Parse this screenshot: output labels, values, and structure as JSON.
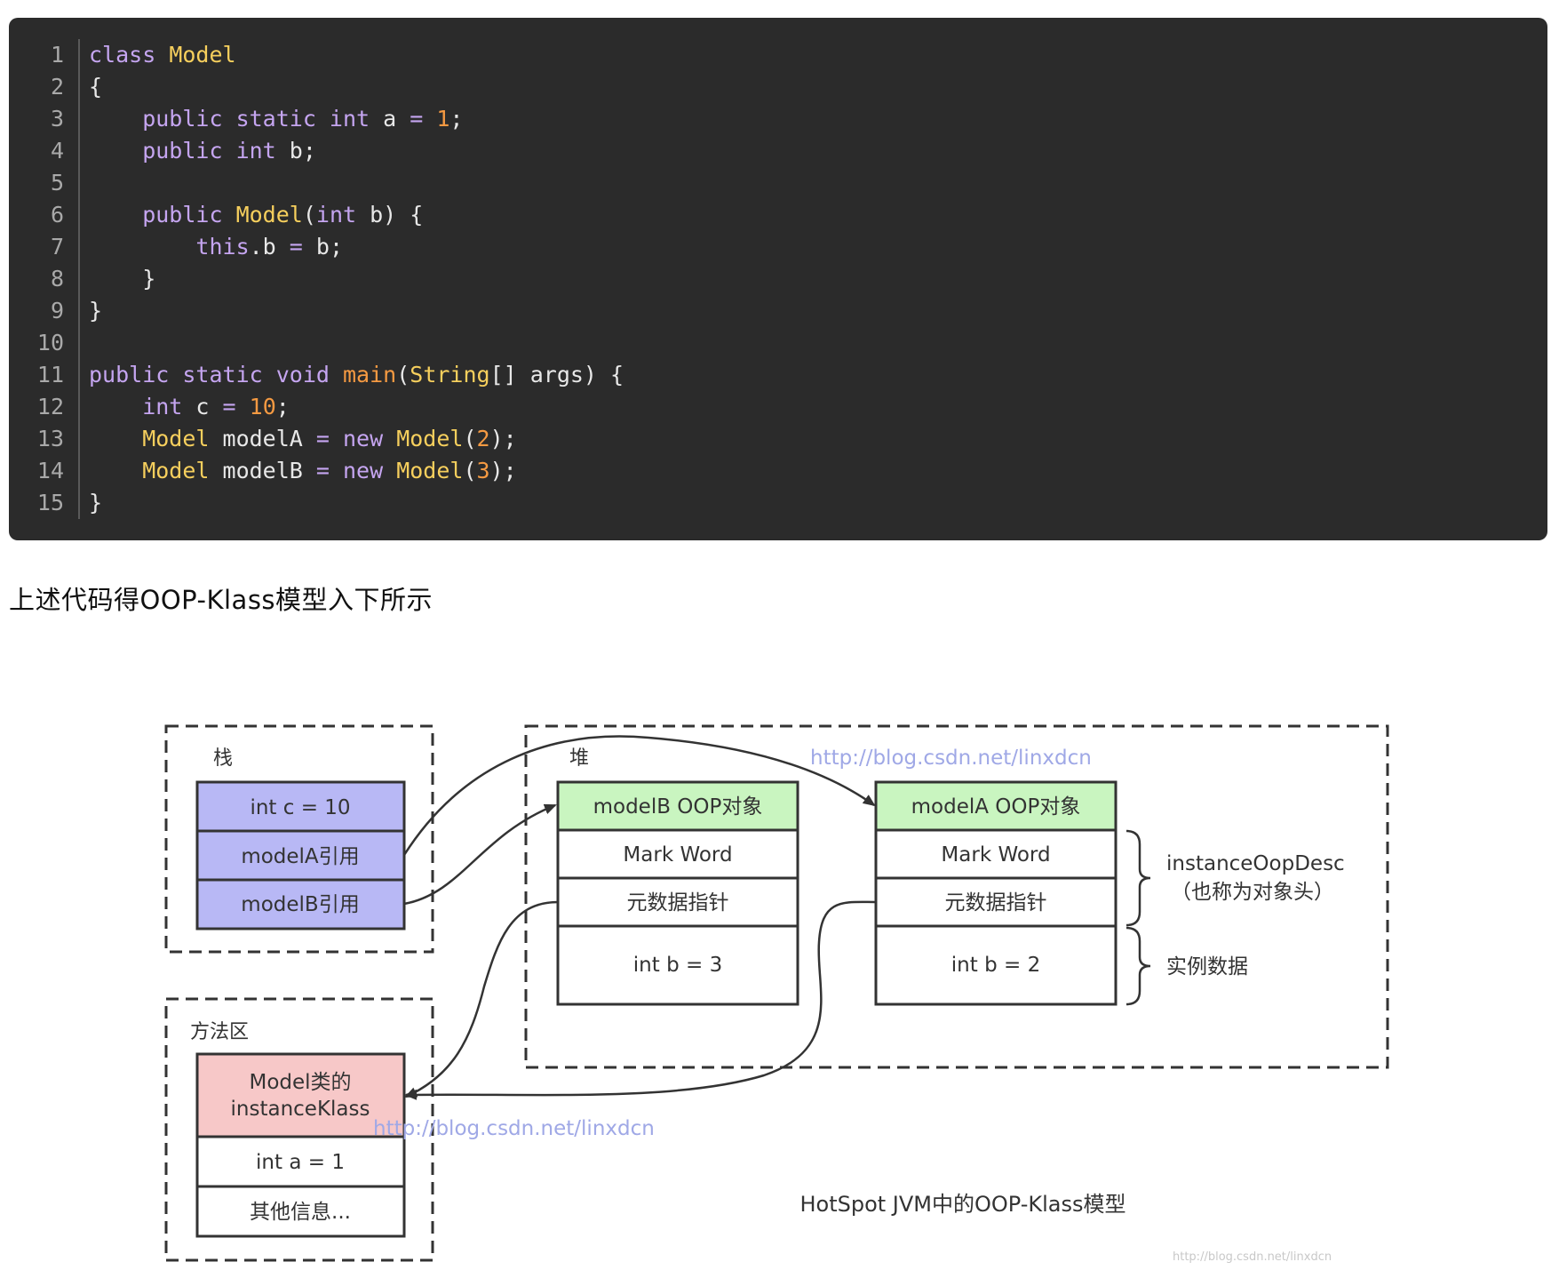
{
  "code": {
    "lines": [
      {
        "n": "1",
        "tokens": [
          {
            "t": "class ",
            "c": "kw"
          },
          {
            "t": "Model",
            "c": "typ"
          }
        ]
      },
      {
        "n": "2",
        "tokens": [
          {
            "t": "{",
            "c": "plain"
          }
        ]
      },
      {
        "n": "3",
        "tokens": [
          {
            "t": "    public static int ",
            "c": "kw"
          },
          {
            "t": "a ",
            "c": "plain"
          },
          {
            "t": "= ",
            "c": "op"
          },
          {
            "t": "1",
            "c": "num"
          },
          {
            "t": ";",
            "c": "plain"
          }
        ]
      },
      {
        "n": "4",
        "tokens": [
          {
            "t": "    public int ",
            "c": "kw"
          },
          {
            "t": "b;",
            "c": "plain"
          }
        ]
      },
      {
        "n": "5",
        "tokens": []
      },
      {
        "n": "6",
        "tokens": [
          {
            "t": "    public ",
            "c": "kw"
          },
          {
            "t": "Model",
            "c": "typ"
          },
          {
            "t": "(",
            "c": "plain"
          },
          {
            "t": "int ",
            "c": "kw"
          },
          {
            "t": "b) {",
            "c": "plain"
          }
        ]
      },
      {
        "n": "7",
        "tokens": [
          {
            "t": "        this",
            "c": "kw"
          },
          {
            "t": ".b ",
            "c": "plain"
          },
          {
            "t": "= ",
            "c": "op"
          },
          {
            "t": "b;",
            "c": "plain"
          }
        ]
      },
      {
        "n": "8",
        "tokens": [
          {
            "t": "    }",
            "c": "plain"
          }
        ]
      },
      {
        "n": "9",
        "tokens": [
          {
            "t": "}",
            "c": "plain"
          }
        ]
      },
      {
        "n": "10",
        "tokens": []
      },
      {
        "n": "11",
        "tokens": [
          {
            "t": "public static void ",
            "c": "kw"
          },
          {
            "t": "main",
            "c": "num"
          },
          {
            "t": "(",
            "c": "plain"
          },
          {
            "t": "String",
            "c": "typ"
          },
          {
            "t": "[] args) {",
            "c": "plain"
          }
        ]
      },
      {
        "n": "12",
        "tokens": [
          {
            "t": "    int ",
            "c": "kw"
          },
          {
            "t": "c ",
            "c": "plain"
          },
          {
            "t": "= ",
            "c": "op"
          },
          {
            "t": "10",
            "c": "num"
          },
          {
            "t": ";",
            "c": "plain"
          }
        ]
      },
      {
        "n": "13",
        "tokens": [
          {
            "t": "    Model ",
            "c": "typ"
          },
          {
            "t": "modelA ",
            "c": "plain"
          },
          {
            "t": "= ",
            "c": "op"
          },
          {
            "t": "new ",
            "c": "kw"
          },
          {
            "t": "Model",
            "c": "typ"
          },
          {
            "t": "(",
            "c": "plain"
          },
          {
            "t": "2",
            "c": "num"
          },
          {
            "t": ");",
            "c": "plain"
          }
        ]
      },
      {
        "n": "14",
        "tokens": [
          {
            "t": "    Model ",
            "c": "typ"
          },
          {
            "t": "modelB ",
            "c": "plain"
          },
          {
            "t": "= ",
            "c": "op"
          },
          {
            "t": "new ",
            "c": "kw"
          },
          {
            "t": "Model",
            "c": "typ"
          },
          {
            "t": "(",
            "c": "plain"
          },
          {
            "t": "3",
            "c": "num"
          },
          {
            "t": ");",
            "c": "plain"
          }
        ]
      },
      {
        "n": "15",
        "tokens": [
          {
            "t": "}",
            "c": "plain"
          }
        ]
      }
    ]
  },
  "caption": "上述代码得OOP-Klass模型入下所示",
  "diagram": {
    "colors": {
      "stack_fill": "#b8b8f5",
      "oop_header_fill": "#c9f5c0",
      "klass_header_fill": "#f7c8c8",
      "box_stroke": "#333333",
      "watermark": "#9fa8e6"
    },
    "stack": {
      "label": "栈",
      "cells": [
        "int c = 10",
        "modelA引用",
        "modelB引用"
      ]
    },
    "heap": {
      "label": "堆",
      "modelB": {
        "header": "modelB OOP对象",
        "mark_word": "Mark Word",
        "meta_ptr": "元数据指针",
        "field": "int b = 3"
      },
      "modelA": {
        "header": "modelA OOP对象",
        "mark_word": "Mark Word",
        "meta_ptr": "元数据指针",
        "field": "int b = 2"
      },
      "brace_header_label_1": "instanceOopDesc",
      "brace_header_label_2": "（也称为对象头）",
      "brace_data_label": "实例数据"
    },
    "method_area": {
      "label": "方法区",
      "klass_header_1": "Model类的",
      "klass_header_2": "instanceKlass",
      "cells": [
        "int a = 1",
        "其他信息..."
      ]
    },
    "title": "HotSpot JVM中的OOP-Klass模型",
    "watermark_1": "http://blog.csdn.net/linxdcn",
    "watermark_2": "http://blog.csdn.net/linxdcn",
    "watermark_3": "http://blog.csdn.net/linxdcn"
  }
}
